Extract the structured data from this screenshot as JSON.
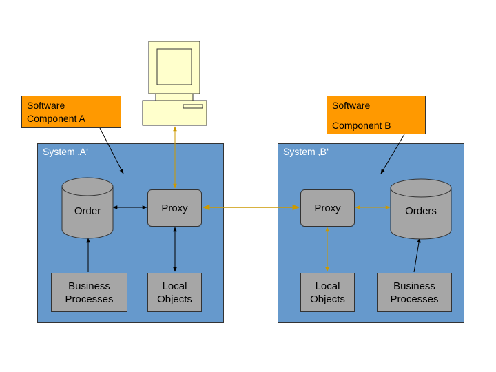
{
  "callouts": {
    "component_a": [
      "Software",
      "Component A"
    ],
    "component_b": [
      "Software",
      "Component B"
    ]
  },
  "system_a": {
    "title": "System ‚A‘",
    "database": "Order",
    "proxy": "Proxy",
    "business": "Business\nProcesses",
    "local": "Local\nObjects"
  },
  "system_b": {
    "title": "System ‚B‘",
    "database": "Orders",
    "proxy": "Proxy",
    "business": "Business\nProcesses",
    "local": "Local\nObjects"
  },
  "colors": {
    "system_fill": "#6699cc",
    "callout_fill": "#ff9900",
    "component_fill": "#a6a6a6",
    "computer_fill": "#ffffcc",
    "orange_link": "#cc9900",
    "black_link": "#000000"
  },
  "icons": {
    "computer": "desktop-computer-icon",
    "database_a": "database-cylinder-icon",
    "database_b": "database-cylinder-icon"
  }
}
